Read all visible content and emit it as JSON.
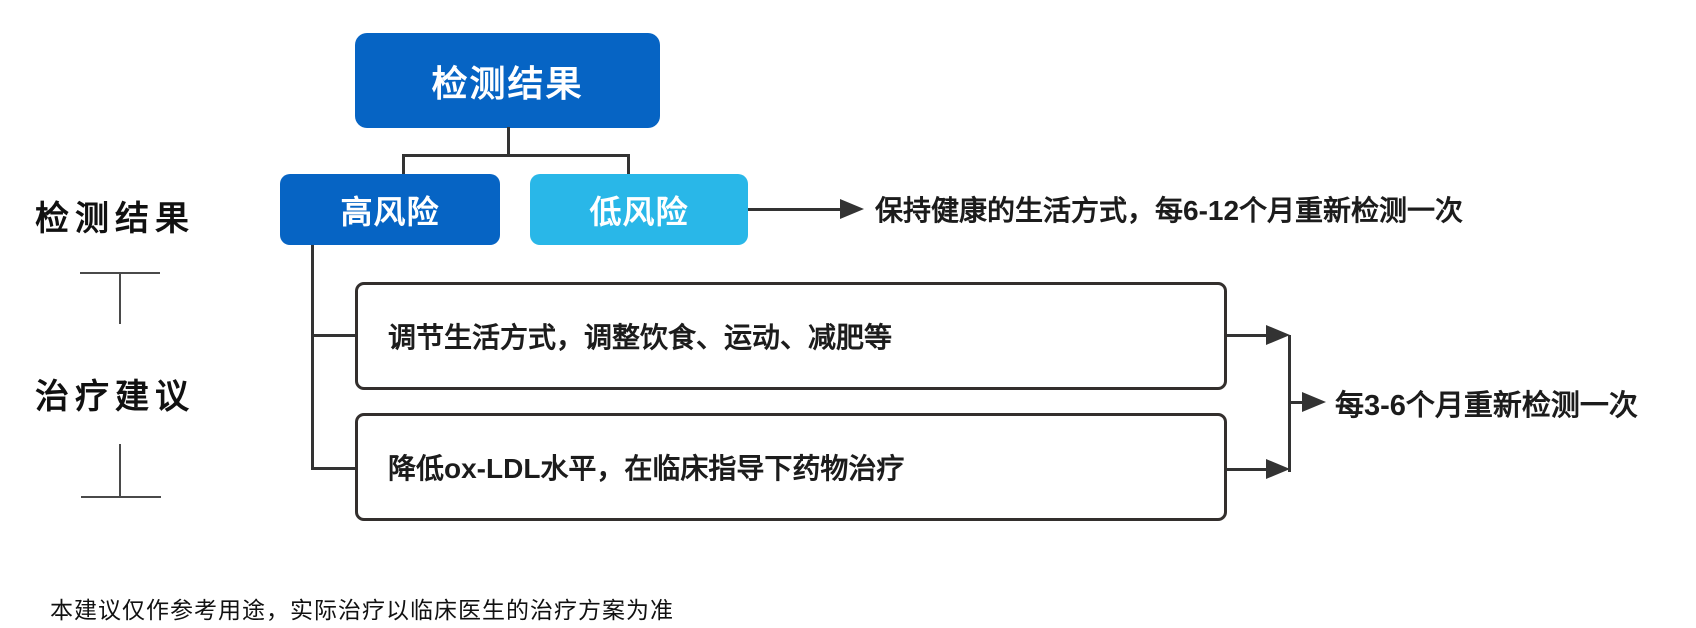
{
  "diagram": {
    "title_node": "检测结果",
    "branches": {
      "high_risk": "高风险",
      "low_risk": "低风险"
    },
    "low_risk_followup": "保持健康的生活方式，每6-12个月重新检测一次",
    "treatments": [
      {
        "label": "调节生活方式，调整饮食、运动、减肥等"
      },
      {
        "label": "降低ox-LDL水平，在临床指导下药物治疗"
      }
    ],
    "high_risk_followup": "每3-6个月重新检测一次"
  },
  "section_labels": {
    "detection": "检测结果",
    "treatment": "治疗建议"
  },
  "footer": {
    "disclaimer": "本建议仅作参考用途，实际治疗以临床医生的治疗方案为准"
  },
  "colors": {
    "primary_blue": "#0664c4",
    "light_blue": "#29b7e8",
    "line_dark": "#333333",
    "text_dark": "#1c1c1c"
  }
}
